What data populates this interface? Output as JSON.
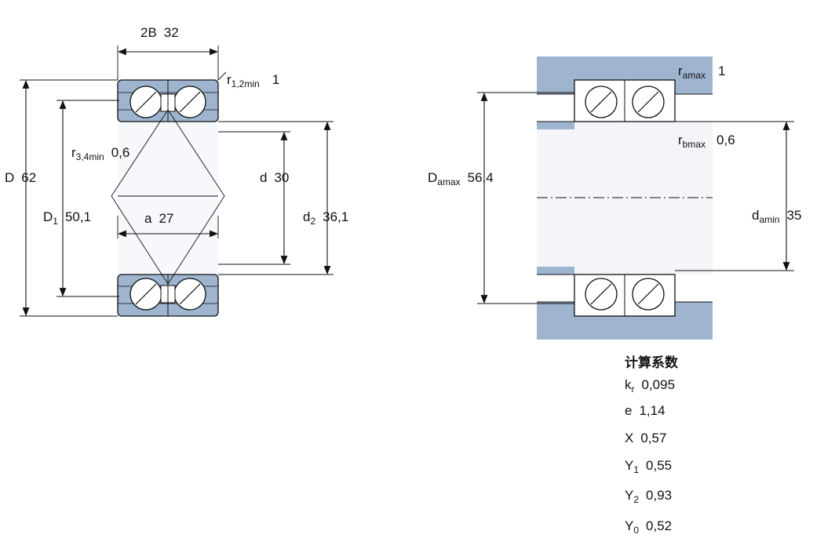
{
  "colors": {
    "bearing_fill": "#9eb4cf",
    "housing_fill": "#9eb4cf",
    "line": "#111111",
    "background": "#ffffff"
  },
  "bearing_dimensions": {
    "B2": {
      "main": "2B",
      "sub": "",
      "value": "32"
    },
    "D": {
      "main": "D",
      "sub": "",
      "value": "62"
    },
    "D1": {
      "main": "D",
      "sub": "1",
      "value": "50,1"
    },
    "r12min": {
      "main": "r",
      "sub": "1,2min",
      "value": "1"
    },
    "r34min": {
      "main": "r",
      "sub": "3,4min",
      "value": "0,6"
    },
    "d": {
      "main": "d",
      "sub": "",
      "value": "30"
    },
    "d2": {
      "main": "d",
      "sub": "2",
      "value": "36,1"
    },
    "a": {
      "main": "a",
      "sub": "",
      "value": "27"
    }
  },
  "abutment_dimensions": {
    "Damax": {
      "main": "D",
      "sub": "amax",
      "value": "56,4"
    },
    "ramax": {
      "main": "r",
      "sub": "amax",
      "value": "1"
    },
    "rbmax": {
      "main": "r",
      "sub": "bmax",
      "value": "0,6"
    },
    "damin": {
      "main": "d",
      "sub": "amin",
      "value": "35"
    }
  },
  "calculation_factors": {
    "title": "计算系数",
    "items": [
      {
        "symbol": "k",
        "sub": "r",
        "value": "0,095"
      },
      {
        "symbol": "e",
        "sub": "",
        "value": "1,14"
      },
      {
        "symbol": "X",
        "sub": "",
        "value": "0,57"
      },
      {
        "symbol": "Y",
        "sub": "1",
        "value": "0,55"
      },
      {
        "symbol": "Y",
        "sub": "2",
        "value": "0,93"
      },
      {
        "symbol": "Y",
        "sub": "0",
        "value": "0,52"
      }
    ]
  }
}
